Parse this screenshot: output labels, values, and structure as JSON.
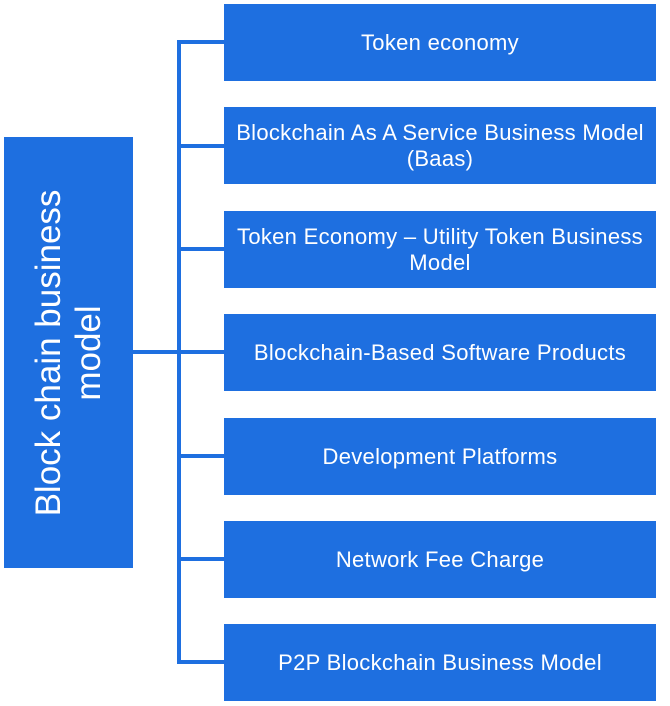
{
  "diagram": {
    "root": {
      "label": "Block chain business model"
    },
    "items": [
      {
        "label": "Token economy"
      },
      {
        "label": "Blockchain As A Service Business Model (Baas)"
      },
      {
        "label": "Token Economy – Utility Token Business Model"
      },
      {
        "label": "Blockchain-Based Software Products"
      },
      {
        "label": "Development Platforms"
      },
      {
        "label": "Network Fee Charge"
      },
      {
        "label": "P2P Blockchain Business Model"
      }
    ],
    "colors": {
      "box_fill": "#1e6fe0",
      "connector": "#1e6fe0",
      "text": "#ffffff"
    }
  }
}
